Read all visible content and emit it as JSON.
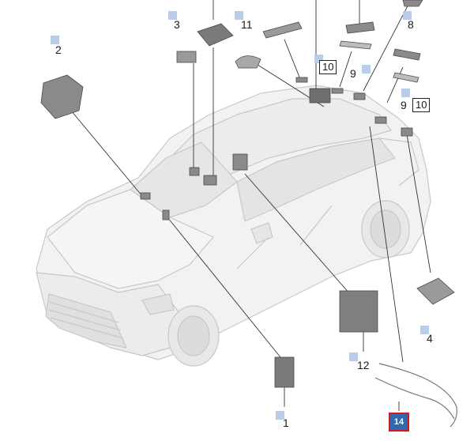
{
  "callouts": {
    "c1": "1",
    "c2": "2",
    "c3": "3",
    "c4": "4",
    "c8": "8",
    "c9a": "9",
    "c9b": "9",
    "c10a": "10",
    "c10b": "10",
    "c11": "11",
    "c12": "12",
    "c14": "14"
  },
  "colors": {
    "car_fill": "#f2f2f2",
    "car_stroke": "#c8c8c8",
    "part_dark": "#6e6e6e",
    "marker": "#b9cde6",
    "highlight": "#2f6ab0",
    "highlight_border": "#d9151f"
  }
}
